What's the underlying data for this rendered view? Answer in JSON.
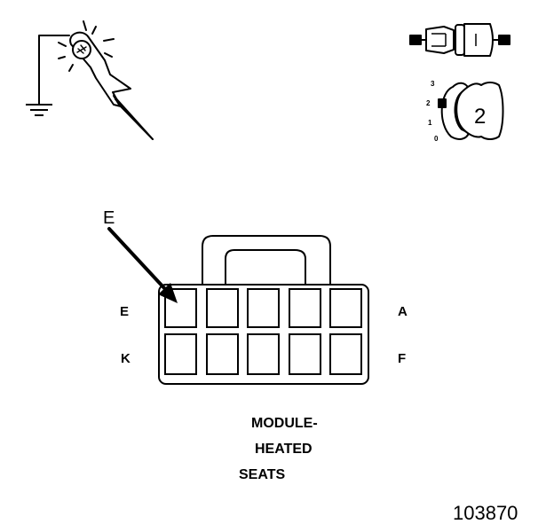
{
  "colors": {
    "ink": "#000000",
    "paper": "#ffffff",
    "fill": "#ffffff"
  },
  "icons": {
    "test_light": "test-light-probe-icon",
    "ground": "ground-symbol-icon",
    "connector_pair": "connector-disconnect-icon",
    "ignition": "ignition-key-icon"
  },
  "ignition": {
    "positions": [
      "3",
      "2",
      "1",
      "0"
    ],
    "key_label": "2"
  },
  "connector": {
    "arrow_label": "E",
    "row1_left": "E",
    "row1_right": "A",
    "row2_left": "K",
    "row2_right": "F"
  },
  "caption": {
    "line1": "MODULE-",
    "line2": "HEATED",
    "line3": "SEATS"
  },
  "figure_number": "103870"
}
